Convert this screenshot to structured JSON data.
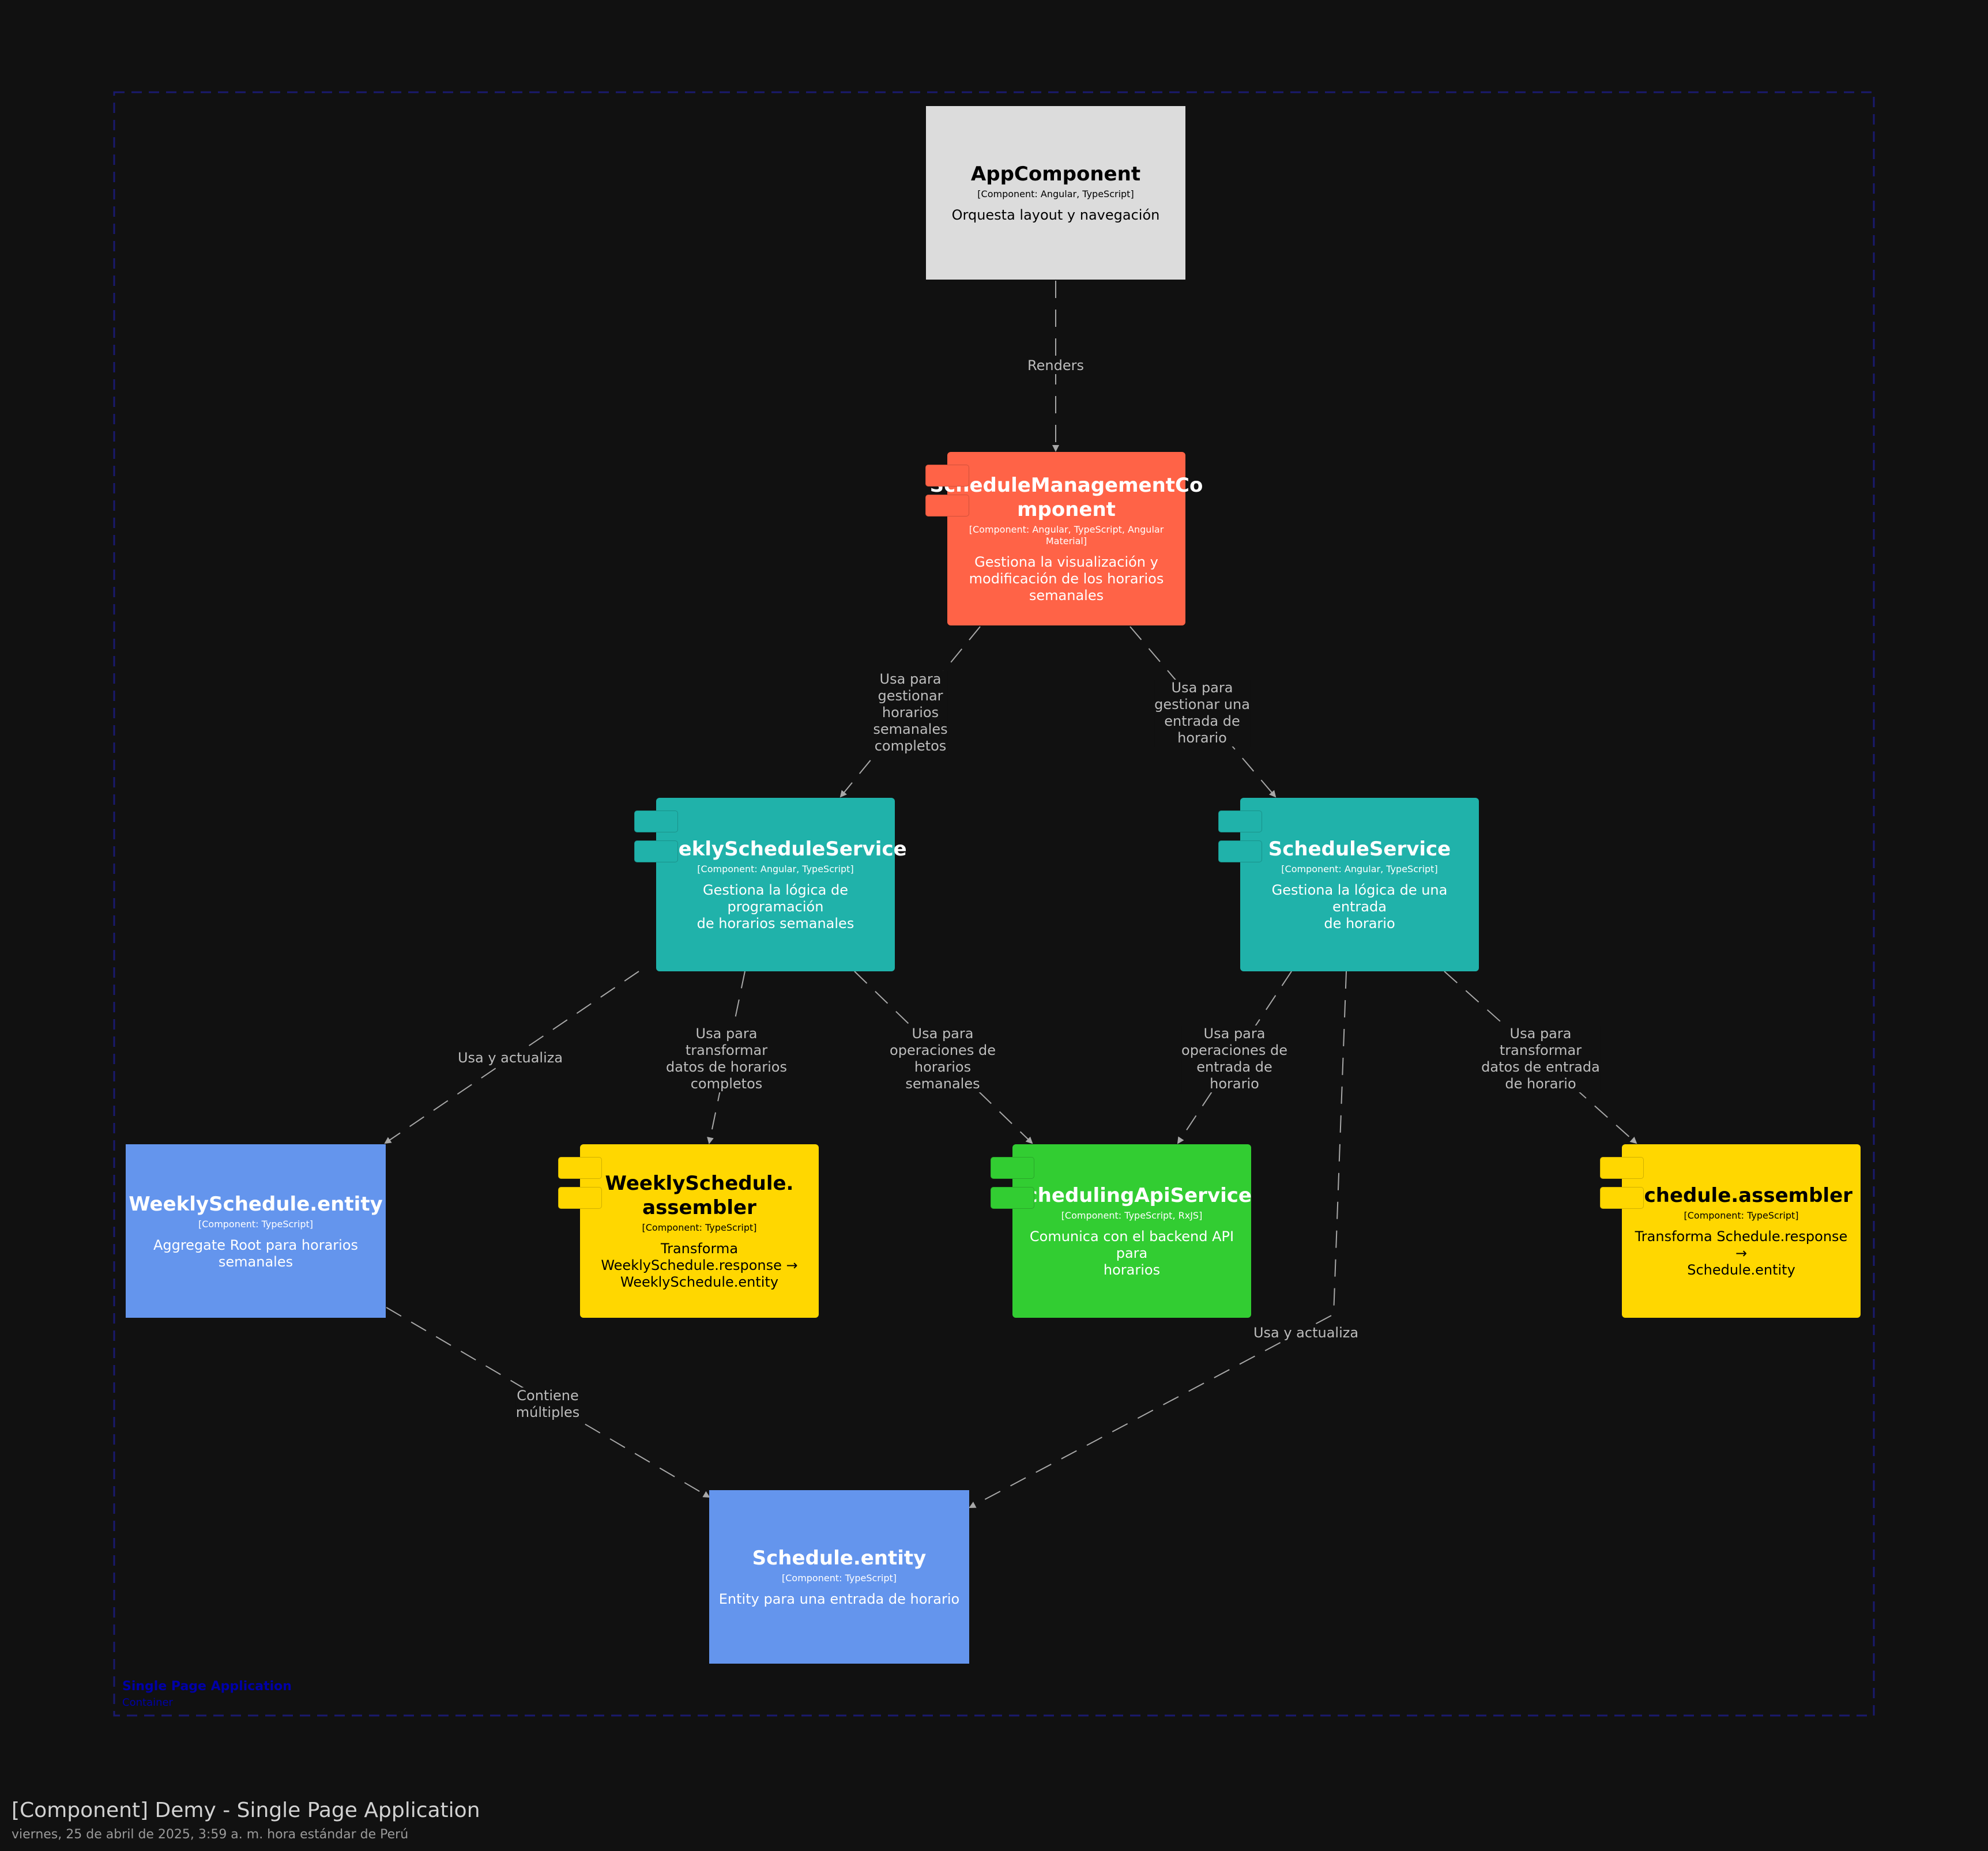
{
  "colors": {
    "background": "#111111",
    "boundary": "#1a1a6e",
    "edge": "#a8a8a8",
    "app_component": "#dcdcdc",
    "management_component": "#ff6347",
    "service": "#20b2aa",
    "api_service": "#32cd32",
    "assembler": "#ffd700",
    "entity": "#6495ed"
  },
  "boundary": {
    "name": "Single Page Application",
    "type": "Container"
  },
  "nodes": {
    "app": {
      "title": "AppComponent",
      "tech": "[Component: Angular, TypeScript]",
      "desc": "Orquesta layout y navegación",
      "icon": "none"
    },
    "mgmt": {
      "title": "ScheduleManagementCo\nmponent",
      "tech": "[Component: Angular, TypeScript, Angular\nMaterial]",
      "desc": "Gestiona la visualización y\nmodificación de los horarios\nsemanales",
      "icon": "component-icon"
    },
    "weeklyService": {
      "title": "WeeklyScheduleService",
      "tech": "[Component: Angular, TypeScript]",
      "desc": "Gestiona la lógica de programación\nde horarios semanales",
      "icon": "component-icon"
    },
    "scheduleService": {
      "title": "ScheduleService",
      "tech": "[Component: Angular, TypeScript]",
      "desc": "Gestiona la lógica de una entrada\nde horario",
      "icon": "component-icon"
    },
    "weeklyEntity": {
      "title": "WeeklySchedule.entity",
      "tech": "[Component: TypeScript]",
      "desc": "Aggregate Root para horarios\nsemanales",
      "icon": "none"
    },
    "weeklyAssembler": {
      "title": "WeeklySchedule.\nassembler",
      "tech": "[Component: TypeScript]",
      "desc": "Transforma\nWeeklySchedule.response →\nWeeklySchedule.entity",
      "icon": "component-icon"
    },
    "apiService": {
      "title": "SchedulingApiService",
      "tech": "[Component: TypeScript, RxJS]",
      "desc": "Comunica con el backend API para\nhorarios",
      "icon": "component-icon"
    },
    "scheduleAssembler": {
      "title": "Schedule.assembler",
      "tech": "[Component: TypeScript]",
      "desc": "Transforma Schedule.response →\nSchedule.entity",
      "icon": "component-icon"
    },
    "scheduleEntity": {
      "title": "Schedule.entity",
      "tech": "[Component: TypeScript]",
      "desc": "Entity para una entrada de horario",
      "icon": "none"
    }
  },
  "edges": {
    "renders": "Renders",
    "mgmtToWeekly": "Usa para\ngestionar\nhorarios\nsemanales\ncompletos",
    "mgmtToSchedule": "Usa para\ngestionar una\nentrada de\nhorario",
    "weeklyToEntity": "Usa y actualiza",
    "weeklyToAssembler": "Usa para\ntransformar\ndatos de horarios\ncompletos",
    "weeklyToApi": "Usa para\noperaciones de\nhorarios\nsemanales",
    "scheduleToApi": "Usa para\noperaciones de\nentrada de\nhorario",
    "scheduleToEntity": "Usa y actualiza",
    "scheduleToAssembler": "Usa para\ntransformar\ndatos de entrada\nde horario",
    "contains": "Contiene\nmúltiples"
  },
  "footer": {
    "title": "[Component] Demy - Single Page Application",
    "date": "viernes, 25 de abril de 2025, 3:59 a. m. hora estándar de Perú"
  }
}
